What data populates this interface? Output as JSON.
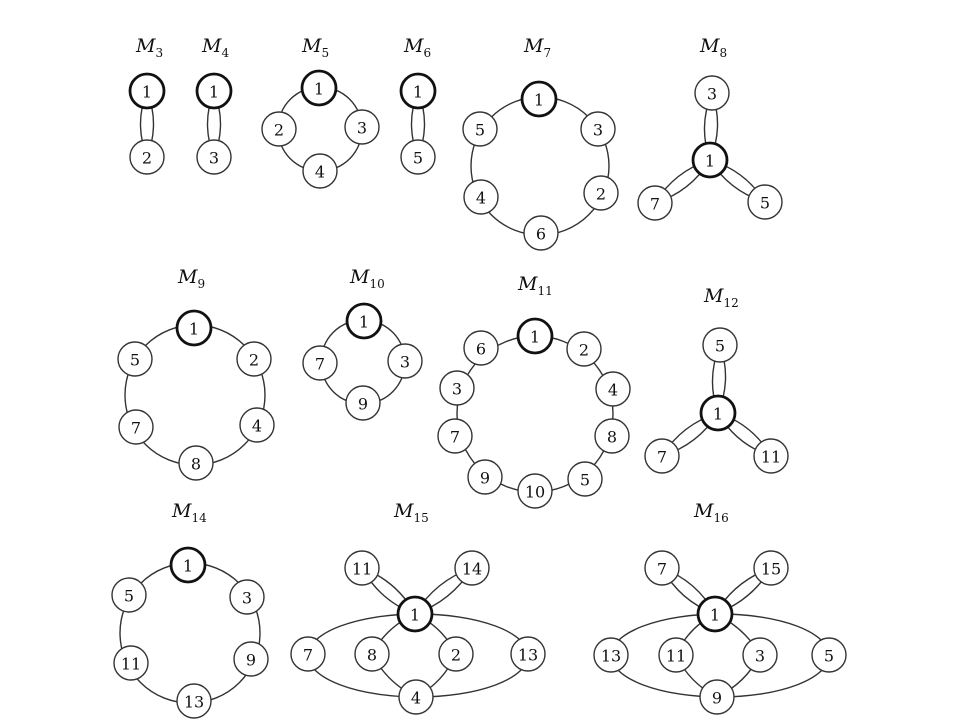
{
  "graphs": [
    {
      "id": "m3",
      "title": "M",
      "sub": "3",
      "nodes": [
        "1",
        "2"
      ]
    },
    {
      "id": "m4",
      "title": "M",
      "sub": "4",
      "nodes": [
        "1",
        "3"
      ]
    },
    {
      "id": "m5",
      "title": "M",
      "sub": "5",
      "nodes": [
        "1",
        "2",
        "3",
        "4"
      ]
    },
    {
      "id": "m6",
      "title": "M",
      "sub": "6",
      "nodes": [
        "1",
        "5"
      ]
    },
    {
      "id": "m7",
      "title": "M",
      "sub": "7",
      "nodes": [
        "1",
        "3",
        "2",
        "6",
        "4",
        "5"
      ]
    },
    {
      "id": "m8",
      "title": "M",
      "sub": "8",
      "nodes": [
        "1",
        "3",
        "5",
        "7"
      ]
    },
    {
      "id": "m9",
      "title": "M",
      "sub": "9",
      "nodes": [
        "1",
        "2",
        "4",
        "8",
        "7",
        "5"
      ]
    },
    {
      "id": "m10",
      "title": "M",
      "sub": "10",
      "nodes": [
        "1",
        "3",
        "9",
        "7"
      ]
    },
    {
      "id": "m11",
      "title": "M",
      "sub": "11",
      "nodes": [
        "1",
        "2",
        "4",
        "8",
        "5",
        "10",
        "9",
        "7",
        "3",
        "6"
      ]
    },
    {
      "id": "m12",
      "title": "M",
      "sub": "12",
      "nodes": [
        "1",
        "5",
        "11",
        "7"
      ]
    },
    {
      "id": "m14",
      "title": "M",
      "sub": "14",
      "nodes": [
        "1",
        "3",
        "9",
        "13",
        "11",
        "5"
      ]
    },
    {
      "id": "m15",
      "title": "M",
      "sub": "15",
      "nodes": [
        "1",
        "11",
        "14",
        "7",
        "8",
        "2",
        "13",
        "4"
      ]
    },
    {
      "id": "m16",
      "title": "M",
      "sub": "16",
      "nodes": [
        "1",
        "7",
        "15",
        "13",
        "11",
        "3",
        "5",
        "9"
      ]
    }
  ],
  "colors": {
    "stroke": "#333333",
    "root_stroke": "#111111",
    "fill": "#ffffff",
    "text": "#111111"
  }
}
